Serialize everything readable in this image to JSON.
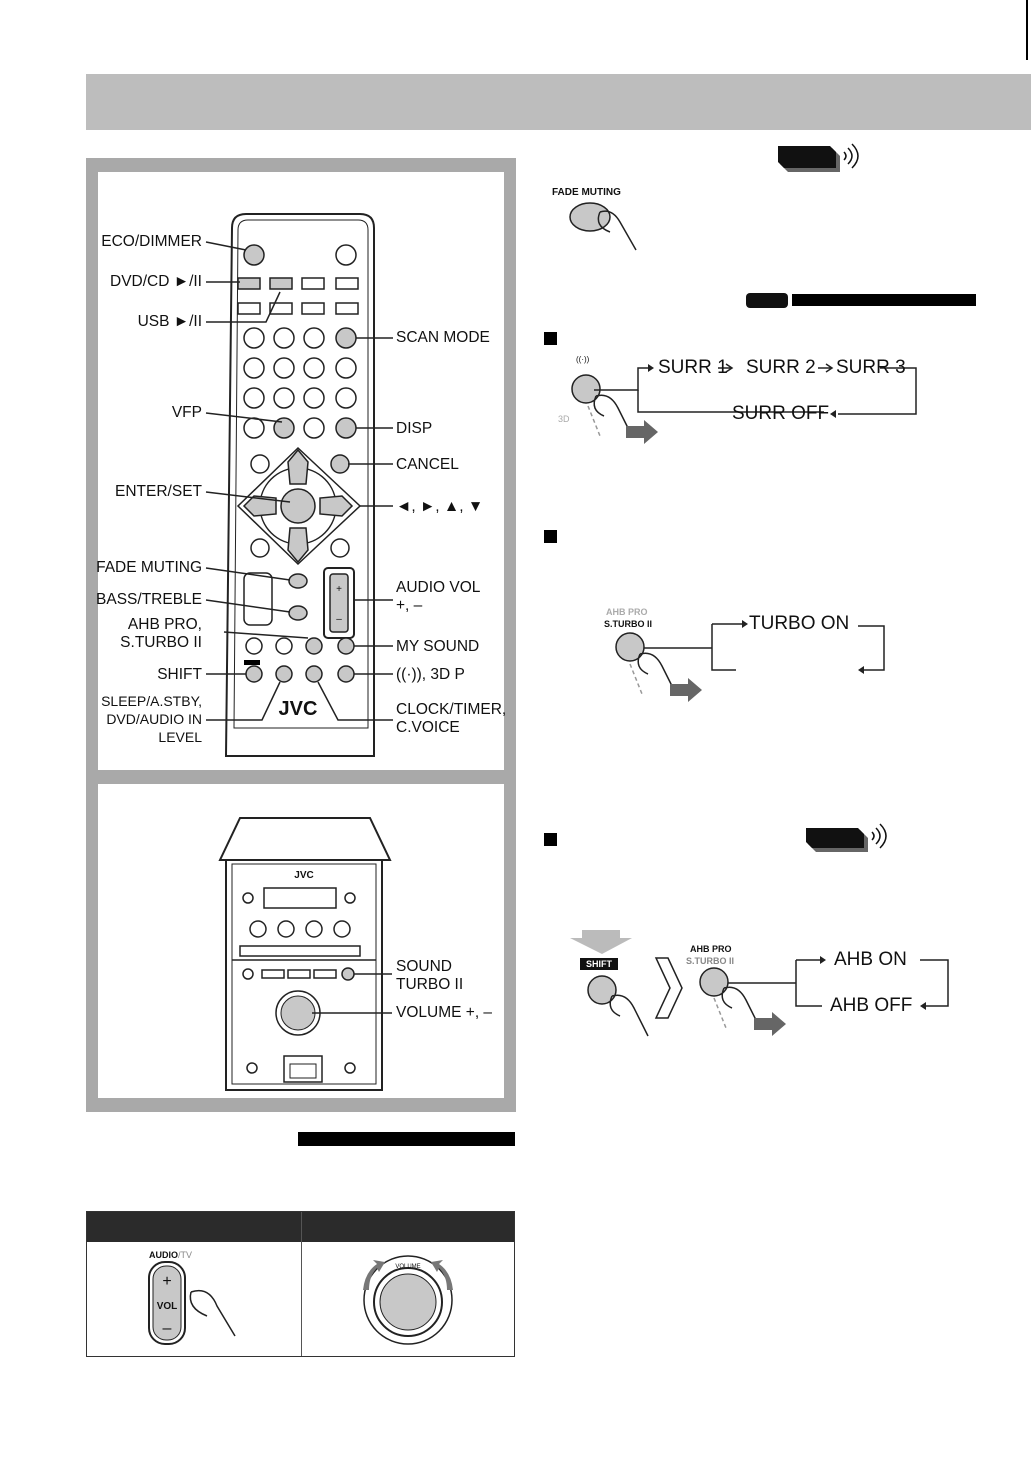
{
  "remote_labels": {
    "eco_dimmer": "ECO/DIMMER",
    "dvd_cd": "DVD/CD ►/II",
    "usb": "USB ►/II",
    "scan_mode": "SCAN MODE",
    "vfp": "VFP",
    "disp": "DISP",
    "cancel": "CANCEL",
    "enter_set": "ENTER/SET",
    "cursor": "◄, ►, ▲, ▼",
    "fade_muting": "FADE MUTING",
    "audio_vol": "AUDIO VOL",
    "audio_vol_2": "+, –",
    "bass_treble": "BASS/TREBLE",
    "ahb_pro": "AHB PRO,",
    "ahb_pro_2": "S.TURBO II",
    "my_sound": "MY SOUND",
    "shift": "SHIFT",
    "surround_3dp": "((·)), 3D P",
    "sleep": "SLEEP/A.STBY,",
    "sleep_2": "DVD/AUDIO IN",
    "sleep_3": "LEVEL",
    "clock": "CLOCK/TIMER,",
    "clock_2": "C.VOICE",
    "brand": "JVC",
    "vol_plus": "+",
    "vol_minus": "–"
  },
  "unit_labels": {
    "brand": "JVC",
    "sound_turbo": "SOUND",
    "sound_turbo_2": "TURBO II",
    "volume": "VOLUME +, –"
  },
  "fade_muting": {
    "button_label": "FADE MUTING"
  },
  "surround": {
    "icon_label": "((·))",
    "sub_label": "3D",
    "seq": [
      "SURR 1",
      "SURR 2",
      "SURR 3"
    ],
    "off": "SURR OFF"
  },
  "turbo": {
    "top": "AHB PRO",
    "bottom": "S.TURBO II",
    "on": "TURBO ON"
  },
  "ahb": {
    "shift_label": "SHIFT",
    "top": "AHB PRO",
    "bottom": "S.TURBO II",
    "on": "AHB ON",
    "off": "AHB OFF"
  },
  "vol_table": {
    "remote_label_audio": "AUDIO",
    "remote_label_tv": "/TV",
    "vol_plus": "+",
    "vol_text": "VOL",
    "vol_minus": "–",
    "knob_label": "VOLUME"
  },
  "colors": {
    "header_band": "#bdbdbd",
    "frame": "#a9a9a9",
    "button_fill": "#c8c8c8",
    "black": "#000000"
  }
}
